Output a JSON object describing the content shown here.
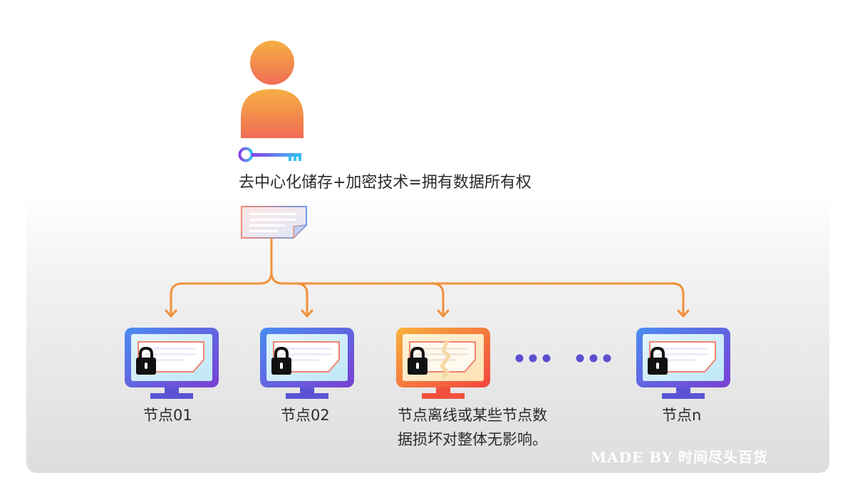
{
  "headline": "去中心化储存+加密技术=拥有数据所有权",
  "nodes": [
    {
      "label": "节点01",
      "state": "locked"
    },
    {
      "label": "节点02",
      "state": "locked"
    },
    {
      "label_line1": "节点离线或某些节点数",
      "label_line2": "据损坏对整体无影响。",
      "state": "damaged"
    },
    {
      "label": "节点n",
      "state": "locked"
    }
  ],
  "watermark": "MADE BY 时间尽头百货",
  "colors": {
    "arrow": "#f0913a",
    "monitor_normal": "#5b56d6",
    "monitor_damaged": "#f4573d",
    "ellipsis": "#5b4fd0",
    "user": "#f5a24a"
  },
  "icons": [
    "user-icon",
    "key-icon",
    "document-icon",
    "monitor-icon",
    "lock-icon",
    "crack-icon",
    "ellipsis-dots"
  ]
}
